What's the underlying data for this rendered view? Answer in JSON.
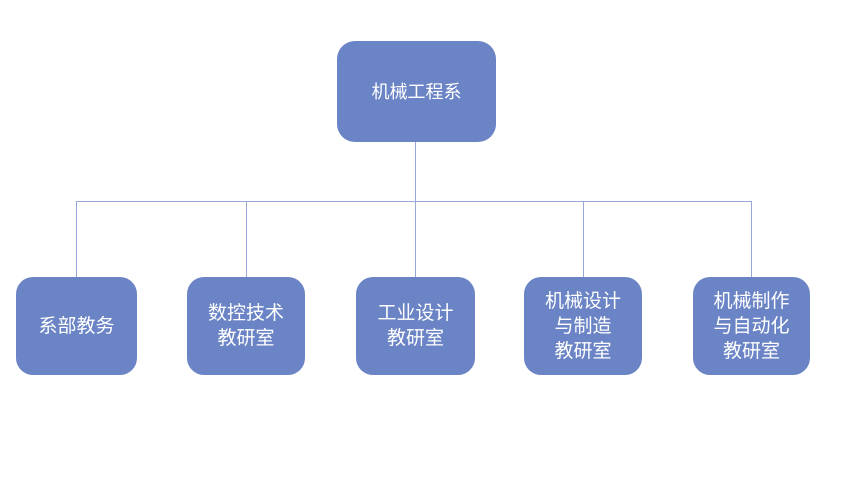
{
  "diagram": {
    "type": "org-chart",
    "root": {
      "label": "机械工程系",
      "lines": [
        "机械工程系"
      ]
    },
    "children": [
      {
        "label": "系部教务",
        "lines": [
          "系部教务"
        ]
      },
      {
        "label": "数控技术教研室",
        "lines": [
          "数控技术",
          "教研室"
        ]
      },
      {
        "label": "工业设计教研室",
        "lines": [
          "工业设计",
          "教研室"
        ]
      },
      {
        "label": "机械设计与制造教研室",
        "lines": [
          "机械设计",
          "与制造",
          "教研室"
        ]
      },
      {
        "label": "机械制作与自动化教研室",
        "lines": [
          "机械制作",
          "与自动化",
          "教研室"
        ]
      }
    ],
    "colors": {
      "node_fill": "#6b84c5",
      "connector": "#97a9da",
      "text": "#ffffff",
      "background": "#ffffff"
    }
  }
}
